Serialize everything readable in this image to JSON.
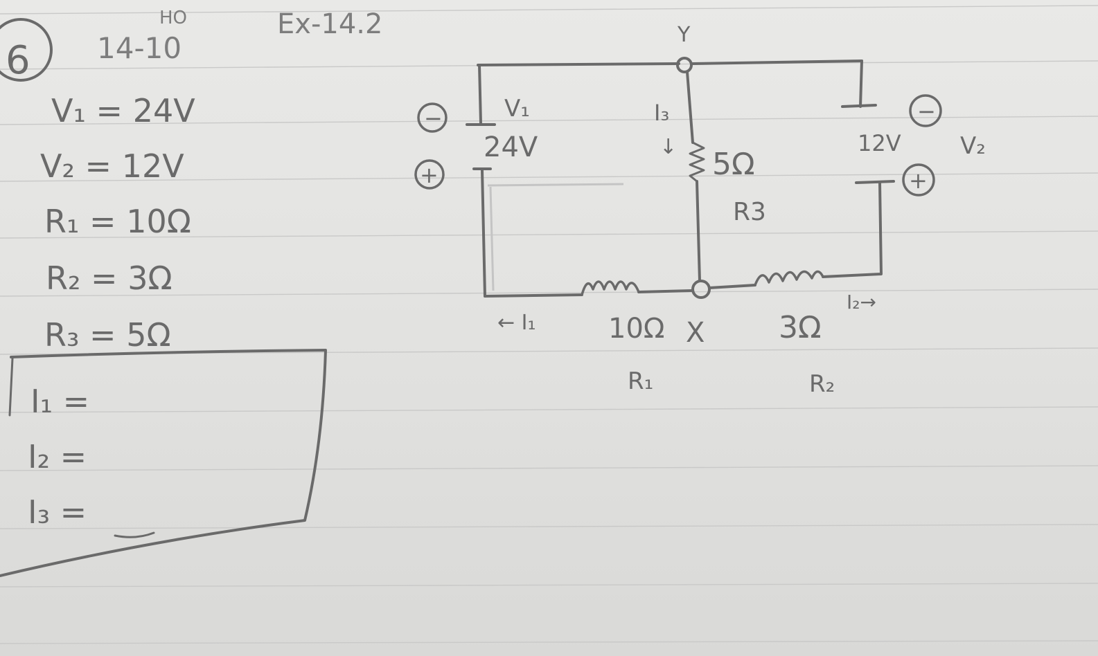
{
  "header": {
    "problem_number": "6",
    "problem_code": "14-10",
    "problem_code_superscript": "HO",
    "example_ref": "Ex-14.2"
  },
  "givens": {
    "v1": "V₁ = 24V",
    "v2": "V₂ = 12V",
    "r1": "R₁ = 10Ω",
    "r2": "R₂ = 3Ω",
    "r3": "R₃ = 5Ω"
  },
  "unknowns": {
    "i1": "I₁ =",
    "i2": "I₂ =",
    "i3": "I₃ ="
  },
  "circuit": {
    "node_top": "Y",
    "node_bottom": "X",
    "source_left_minus": "−",
    "source_left_plus": "+",
    "source_left_name": "V₁",
    "source_left_value": "24V",
    "source_right_minus": "−",
    "source_right_plus": "+",
    "source_right_value": "12V",
    "source_right_name": "V₂",
    "r3_value": "5Ω",
    "r3_name": "R3",
    "r1_value": "10Ω",
    "r1_name": "R₁",
    "r2_value": "3Ω",
    "r2_name": "R₂",
    "i1_label": "← I₁",
    "i2_label": "I₂→",
    "i3_label": "I₃",
    "i3_arrow": "↓"
  }
}
